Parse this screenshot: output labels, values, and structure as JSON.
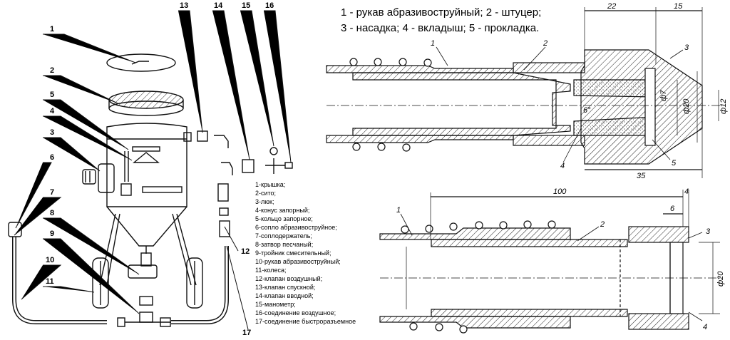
{
  "caption": {
    "line1": "1 - рукав абразивоструйный; 2 - штуцер;",
    "line2": "3 - насадка; 4 - вкладыш; 5 - прокладка."
  },
  "left_numbers": [
    "1",
    "2",
    "3",
    "4",
    "5",
    "6",
    "7",
    "8",
    "9",
    "10",
    "11",
    "12",
    "13",
    "14",
    "15",
    "16",
    "17"
  ],
  "legend": [
    "1-крышка;",
    "2-сито;",
    "3-люк;",
    "4-конус запорный;",
    "5-кольцо запорное;",
    "6-сопло абразивоструйное;",
    "7-соплодержатель;",
    "8-затвор песчаный;",
    "9-тройник смесительный;",
    "10-рукав абразивоструйный;",
    "11-колеса;",
    "12-клапан воздушный;",
    "13-клапан спускной;",
    "14-клапан вводной;",
    "15-манометр;",
    "16-соединение воздушное;",
    "17-соединение быстроразъемное"
  ],
  "top_section": {
    "part_labels": [
      "1",
      "2",
      "3",
      "4",
      "5"
    ],
    "dims": {
      "d22": "22",
      "d15": "15",
      "d35": "35",
      "phi7": "ф7",
      "phi20": "ф20",
      "phi12": "ф12",
      "a6": "6°"
    }
  },
  "bottom_section": {
    "part_labels": [
      "1",
      "2",
      "3",
      "4"
    ],
    "dims": {
      "d100": "100",
      "d4": "4",
      "d6": "6",
      "phi20": "ф20"
    }
  }
}
